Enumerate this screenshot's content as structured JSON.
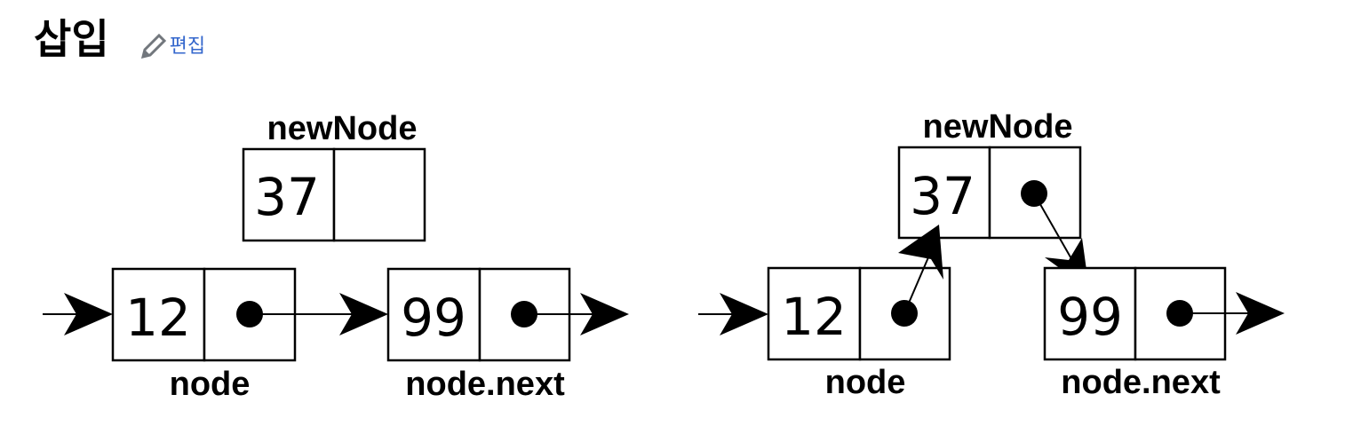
{
  "heading": {
    "title": "삽입",
    "edit_label": "편집",
    "edit_icon": "pencil-icon",
    "link_color": "#3366cc"
  },
  "diagram": {
    "before": {
      "new_node": {
        "label": "newNode",
        "value": "37"
      },
      "node": {
        "label": "node",
        "value": "12"
      },
      "next_node": {
        "label": "node.next",
        "value": "99"
      }
    },
    "after": {
      "new_node": {
        "label": "newNode",
        "value": "37"
      },
      "node": {
        "label": "node",
        "value": "12"
      },
      "next_node": {
        "label": "node.next",
        "value": "99"
      }
    }
  }
}
